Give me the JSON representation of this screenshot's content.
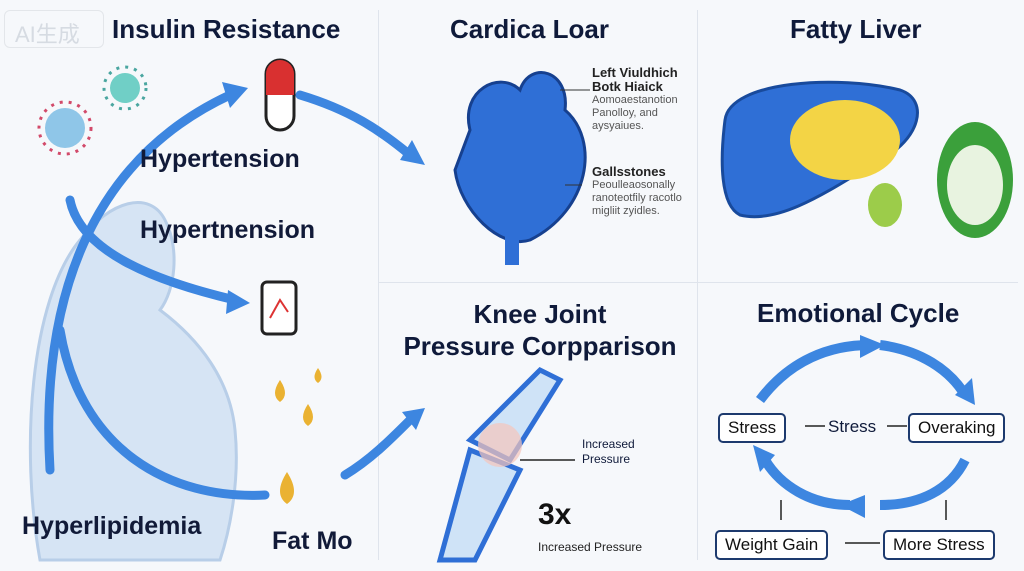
{
  "watermark": "AI生成",
  "left": {
    "title": "Insulin Resistance",
    "label1": "Hypertension",
    "label2": "Hypertnension",
    "label3": "Hyperlipidemia",
    "label4": "Fat Mo"
  },
  "heart": {
    "title": "Cardica Loar",
    "note1_title": "Left Viuldhich",
    "note1_sub": "Botk Hiaick",
    "note1_body": "Aomoaestanotion Panolloy, and aysyaiues.",
    "note2_title": "Gallsstones",
    "note2_body": "Peoulleaosonally ranoteotfily racotlo migliit zyidles."
  },
  "liver": {
    "title": "Fatty Liver"
  },
  "knee": {
    "title_line1": "Knee Joint",
    "title_line2": "Pressure Corpparison",
    "pointer": "Increased Pressure",
    "factor": "3x",
    "factor_label": "Increased Pressure"
  },
  "cycle": {
    "title": "Emotional Cycle",
    "boxes": [
      "Stress",
      "Overaking",
      "Weight Gain",
      "More Stress"
    ],
    "center": "Stress"
  },
  "colors": {
    "arrow": "#3d86e0",
    "title": "#0f1a3a"
  }
}
